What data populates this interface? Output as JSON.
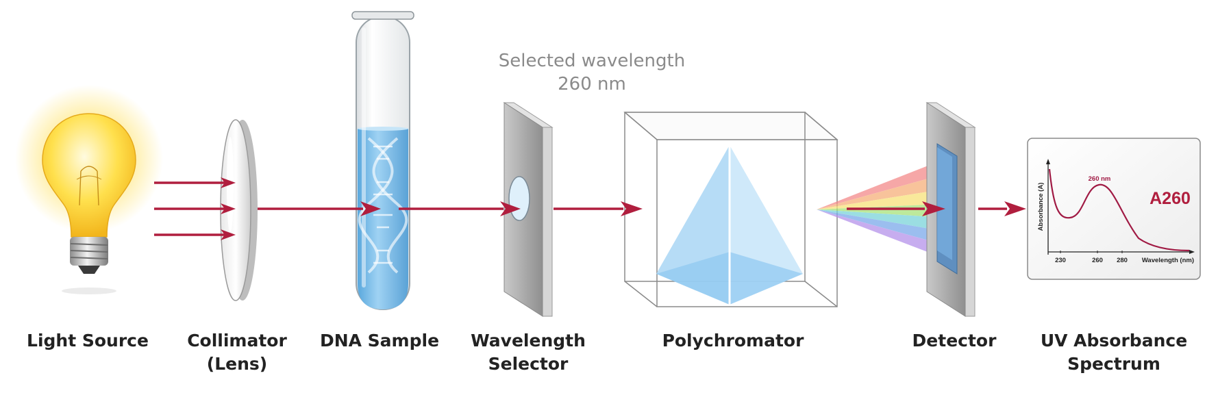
{
  "colors": {
    "beam": "#b01e3e",
    "liquid": "#8cc7ee",
    "prism": "#a9d6f5",
    "text": "#222222",
    "note": "#8a8a8a"
  },
  "icons": [
    "light-bulb-icon",
    "lens-icon",
    "test-tube-icon",
    "dna-helix-icon",
    "slit-plate-icon",
    "prism-icon",
    "detector-plate-icon",
    "spectrum-chart-icon"
  ],
  "annotation": {
    "line1": "Selected wavelength",
    "line2": "260 nm"
  },
  "components": {
    "light_source": "Light Source",
    "collimator_line1": "Collimator",
    "collimator_line2": "(Lens)",
    "dna_sample": "DNA Sample",
    "selector_line1": "Wavelength",
    "selector_line2": "Selector",
    "polychromator": "Polychromator",
    "detector": "Detector",
    "spectrum_line1": "UV Absorbance",
    "spectrum_line2": "Spectrum"
  },
  "spectrum_panel": {
    "ylabel": "Absorbance (A)",
    "xlabel": "Wavelength (nm)",
    "x_ticks": [
      "230",
      "260",
      "280"
    ],
    "peak_label": "260 nm",
    "badge": "A260"
  }
}
